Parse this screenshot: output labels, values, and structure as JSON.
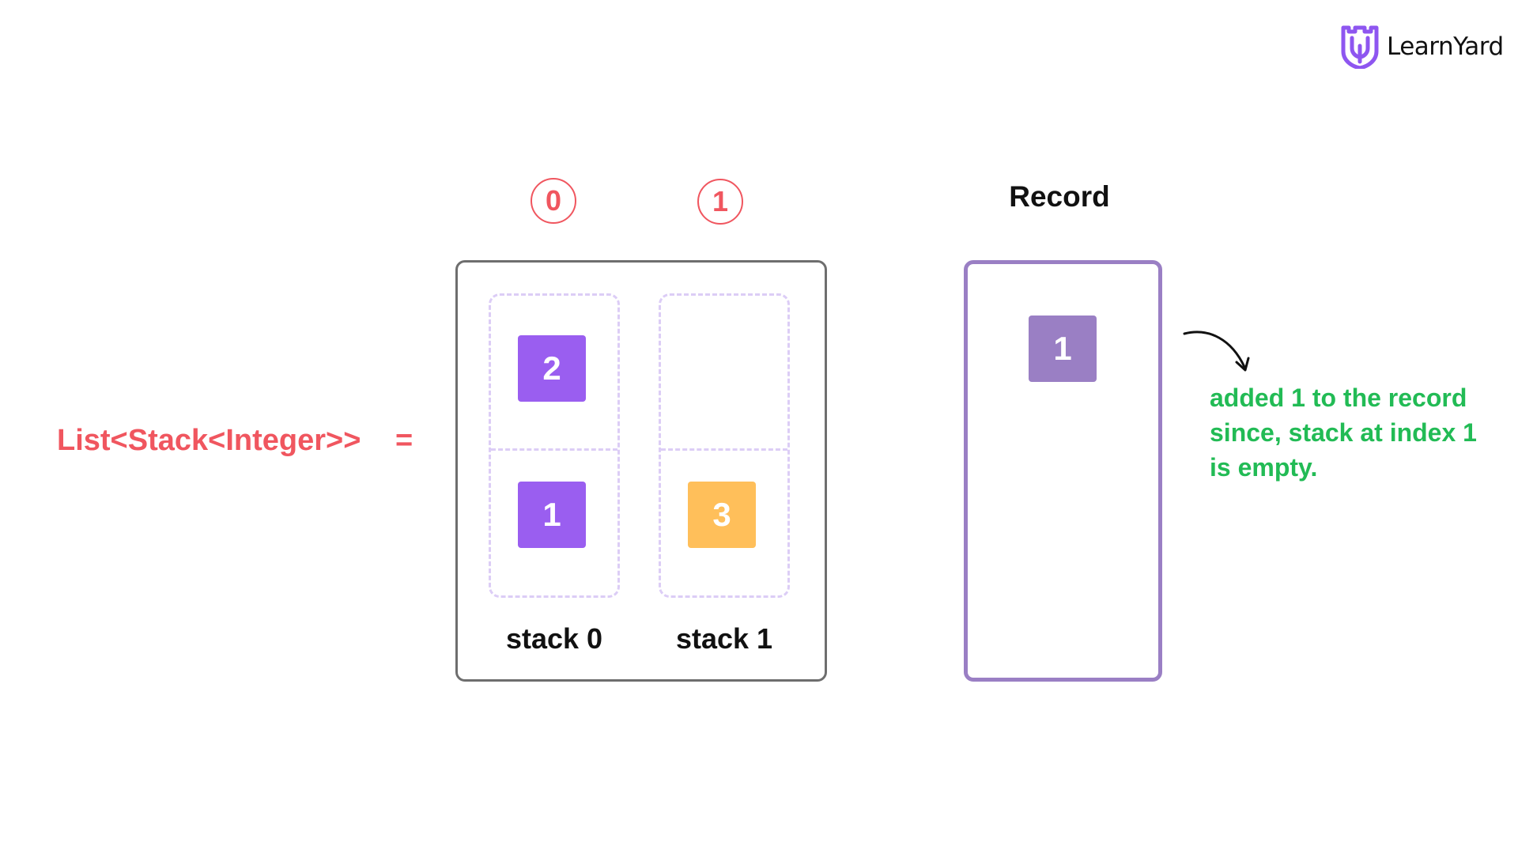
{
  "brand": {
    "name": "LearnYard",
    "logo_icon": "learnyard-shield-icon",
    "logo_color": "#8e56f0"
  },
  "expression": {
    "label": "List<Stack<Integer>>",
    "equals": "="
  },
  "indices": [
    "0",
    "1"
  ],
  "stacks": [
    {
      "label": "stack 0",
      "slots": [
        {
          "value": "2",
          "color": "#9a5ef0"
        },
        {
          "value": "1",
          "color": "#9a5ef0"
        }
      ]
    },
    {
      "label": "stack 1",
      "slots": [
        null,
        {
          "value": "3",
          "color": "#ffbf5a"
        }
      ]
    }
  ],
  "record": {
    "title": "Record",
    "items": [
      {
        "value": "1",
        "color": "#9a7fc4"
      }
    ],
    "border_color": "#9a7fc4"
  },
  "note": {
    "text": "added 1 to the record since, stack at index 1 is empty.",
    "color": "#22bb55"
  },
  "colors": {
    "index_accent": "#f0565f",
    "dashed_outline": "#dccdf6",
    "outer_border": "#6e6e6e"
  }
}
